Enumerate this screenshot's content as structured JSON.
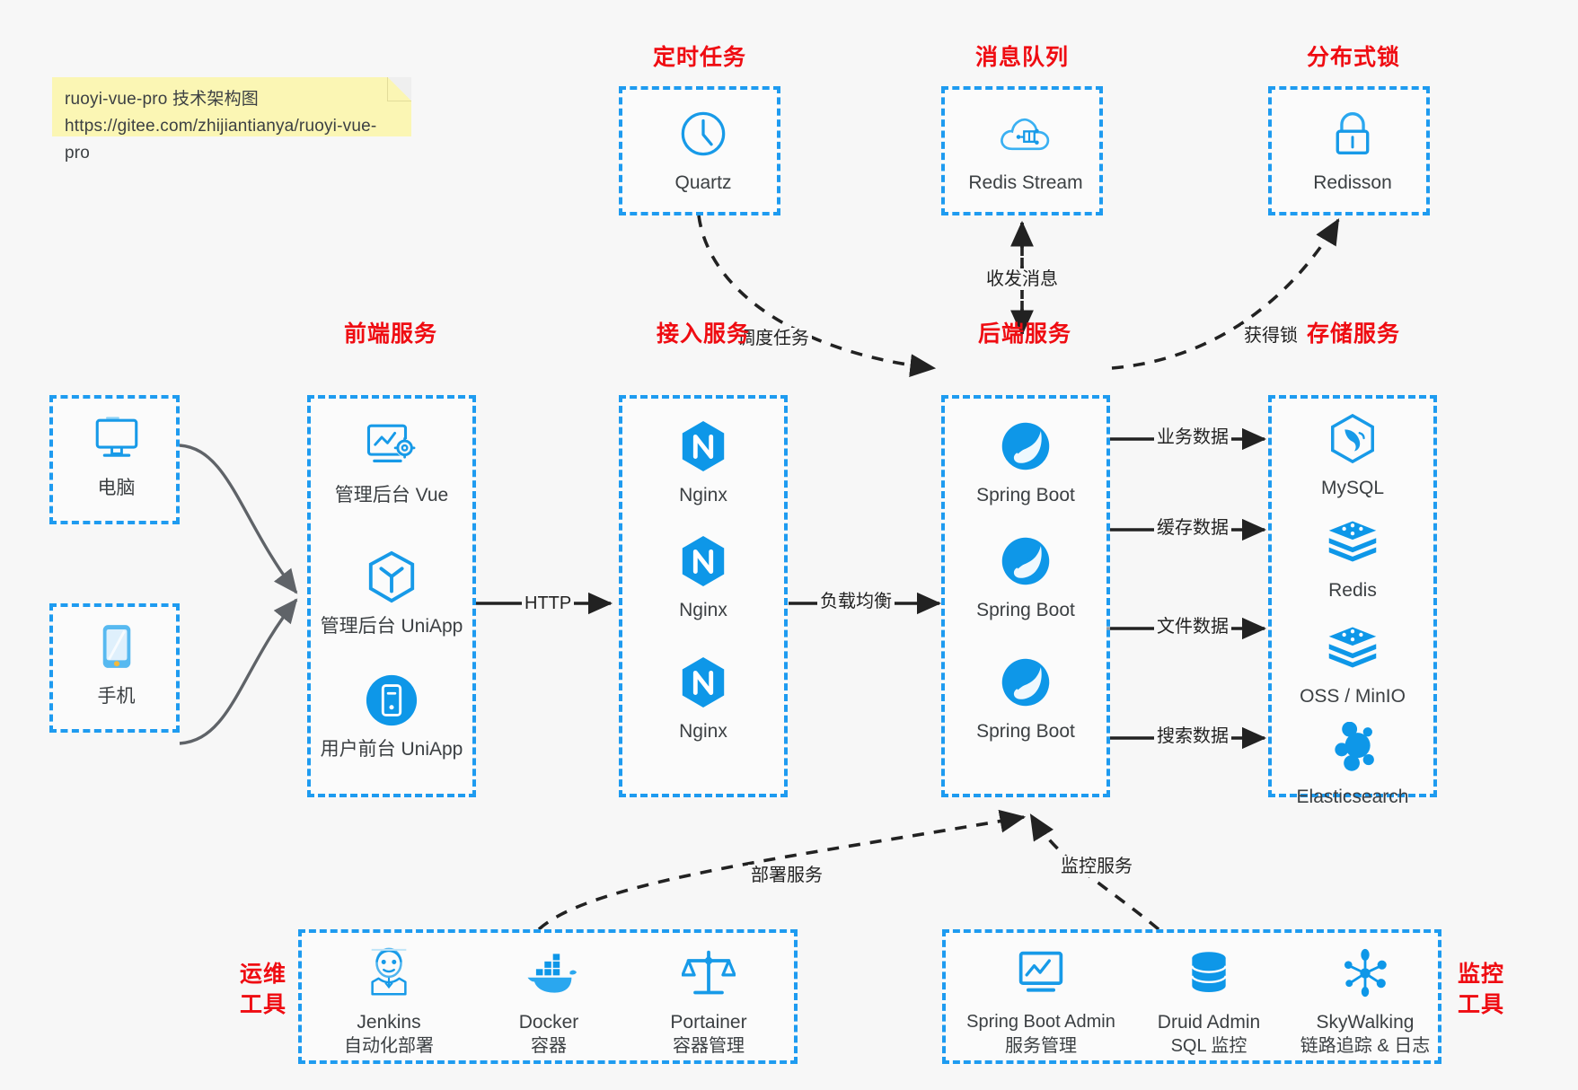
{
  "note": {
    "line1": "ruoyi-vue-pro 技术架构图",
    "line2": "https://gitee.com/zhijiantianya/ruoyi-vue-pro"
  },
  "colors": {
    "group_border": "#1e9bf0",
    "group_title": "#ef0c12",
    "icon_blue": "#179ae8",
    "arrow_solid": "#222222",
    "arrow_curve": "#5f6368",
    "background": "#f7f7f7",
    "note_bg": "#fbf6b4"
  },
  "groups": {
    "scheduler": {
      "title": "定时任务",
      "nodes": [
        {
          "label": "Quartz",
          "icon": "clock-icon"
        }
      ]
    },
    "mq": {
      "title": "消息队列",
      "nodes": [
        {
          "label": "Redis Stream",
          "icon": "cloud-stream-icon"
        }
      ]
    },
    "lock": {
      "title": "分布式锁",
      "nodes": [
        {
          "label": "Redisson",
          "icon": "lock-icon"
        }
      ]
    },
    "clients": {
      "nodes": [
        {
          "label": "电脑",
          "icon": "desktop-icon"
        },
        {
          "label": "手机",
          "icon": "mobile-icon"
        }
      ]
    },
    "frontend": {
      "title": "前端服务",
      "nodes": [
        {
          "label": "管理后台 Vue",
          "icon": "dashboard-gear-icon"
        },
        {
          "label": "管理后台 UniApp",
          "icon": "hexagon-cube-icon"
        },
        {
          "label": "用户前台 UniApp",
          "icon": "mobile-circle-icon"
        }
      ]
    },
    "gateway": {
      "title": "接入服务",
      "nodes": [
        {
          "label": "Nginx",
          "icon": "nginx-icon"
        },
        {
          "label": "Nginx",
          "icon": "nginx-icon"
        },
        {
          "label": "Nginx",
          "icon": "nginx-icon"
        }
      ]
    },
    "backend": {
      "title": "后端服务",
      "nodes": [
        {
          "label": "Spring Boot",
          "icon": "spring-leaf-icon"
        },
        {
          "label": "Spring Boot",
          "icon": "spring-leaf-icon"
        },
        {
          "label": "Spring Boot",
          "icon": "spring-leaf-icon"
        }
      ]
    },
    "storage": {
      "title": "存储服务",
      "nodes": [
        {
          "label": "MySQL",
          "icon": "mysql-dolphin-icon"
        },
        {
          "label": "Redis",
          "icon": "redis-stack-icon"
        },
        {
          "label": "OSS / MinIO",
          "icon": "redis-stack-icon"
        },
        {
          "label": "Elasticsearch",
          "icon": "elasticsearch-icon"
        }
      ]
    },
    "devops": {
      "title": "运维\n工具",
      "title_line1": "运维",
      "title_line2": "工具",
      "nodes": [
        {
          "label": "Jenkins",
          "sub": "自动化部署",
          "icon": "jenkins-butler-icon"
        },
        {
          "label": "Docker",
          "sub": "容器",
          "icon": "docker-whale-icon"
        },
        {
          "label": "Portainer",
          "sub": "容器管理",
          "icon": "scales-icon"
        }
      ]
    },
    "monitor": {
      "title_line1": "监控",
      "title_line2": "工具",
      "nodes": [
        {
          "label": "Spring Boot Admin",
          "sub": "服务管理",
          "icon": "monitor-chart-icon"
        },
        {
          "label": "Druid Admin",
          "sub": "SQL 监控",
          "icon": "database-icon"
        },
        {
          "label": "SkyWalking",
          "sub": "链路追踪 & 日志",
          "icon": "skywalking-icon"
        }
      ]
    }
  },
  "edges": {
    "http": "HTTP",
    "load_balance": "负载均衡",
    "business_data": "业务数据",
    "cache_data": "缓存数据",
    "file_data": "文件数据",
    "search_data": "搜索数据",
    "schedule_task": "调度任务",
    "send_receive_message": "收发消息",
    "acquire_lock": "获得锁",
    "deploy_service": "部署服务",
    "monitor_service": "监控服务"
  }
}
